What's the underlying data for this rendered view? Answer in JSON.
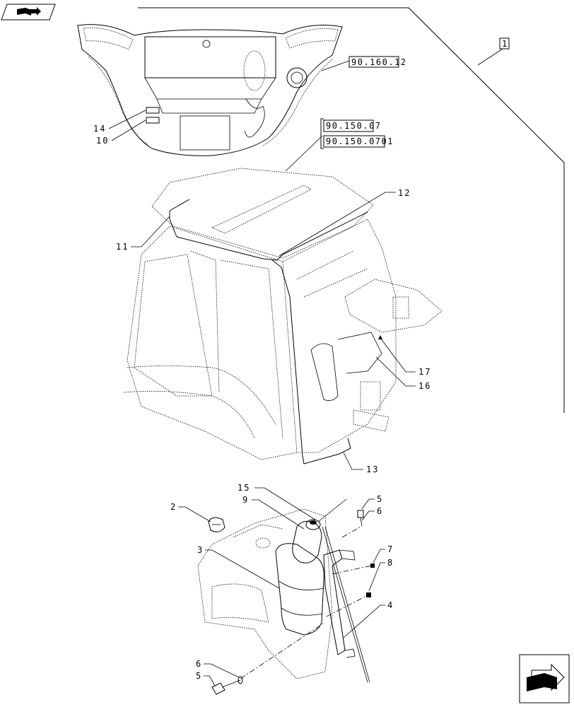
{
  "callouts": {
    "c1": "1",
    "c2": "2",
    "c3": "3",
    "c4": "4",
    "c5a": "5",
    "c5b": "5",
    "c6a": "6",
    "c6b": "6",
    "c7": "7",
    "c8": "8",
    "c9": "9",
    "c10": "10",
    "c11": "11",
    "c12": "12",
    "c13": "13",
    "c14": "14",
    "c15": "15",
    "c16": "16",
    "c17": "17"
  },
  "references": {
    "ref_dashboard": "90.160.12",
    "ref_cab_a": "90.150.07",
    "ref_cab_b": "90.150.0701"
  },
  "icons": {
    "top_left": "book-arrow-icon",
    "bottom_right": "next-page-arrow-icon"
  }
}
